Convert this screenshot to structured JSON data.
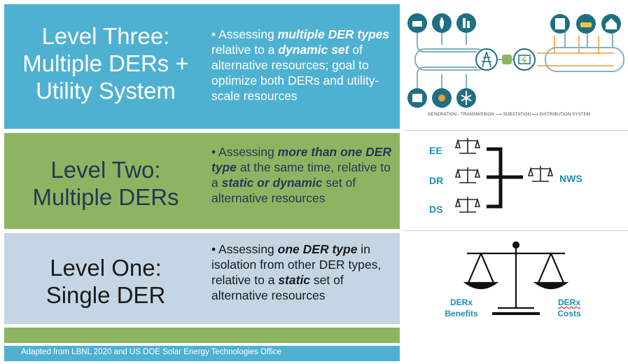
{
  "levels": [
    {
      "title_line1": "Level Three:",
      "title_line2": "Multiple DERs +",
      "title_line3": "Utility System",
      "desc": [
        {
          "t": "• Assessing "
        },
        {
          "t": "multiple DER types",
          "b": true
        },
        {
          "t": " relative to a "
        },
        {
          "t": "dynamic set",
          "b": true
        },
        {
          "t": " of alternative resources; goal to optimize both DERs and utility-scale resources"
        }
      ]
    },
    {
      "title_line1": "Level Two:",
      "title_line2": "Multiple DERs",
      "desc": [
        {
          "t": "• Assessing "
        },
        {
          "t": "more than one DER type",
          "b": true
        },
        {
          "t": " at the same time, relative to a "
        },
        {
          "t": "static or dynamic",
          "b": true
        },
        {
          "t": " set of alternative resources"
        }
      ]
    },
    {
      "title_line1": "Level One:",
      "title_line2": "Single DER",
      "desc": [
        {
          "t": "• Assessing "
        },
        {
          "t": "one DER type",
          "b": true
        },
        {
          "t": " in isolation from other DER types, relative to a "
        },
        {
          "t": "static",
          "b": true
        },
        {
          "t": " set of alternative resources"
        }
      ]
    }
  ],
  "footer": "Adapted from LBNL 2020 and US DOE Solar Energy Technologies Office",
  "grid_caption": "GENERATION - TRANSMISSION ⟶ SUBSTATION ⟷ DISTRIBUTION SYSTEM",
  "scales": {
    "labels": [
      "EE",
      "DR",
      "DS"
    ],
    "result": "NWS"
  },
  "single_scale": {
    "left_1": "DERx",
    "left_2": "Benefits",
    "right_1": "DERx",
    "right_2": "Costs"
  },
  "colors": {
    "blue_band": "#4fb1d1",
    "green_band": "#8db561",
    "light_band": "#c4d6e3",
    "icon_teal": "#1f6f84",
    "accent_orange": "#f29a33"
  }
}
